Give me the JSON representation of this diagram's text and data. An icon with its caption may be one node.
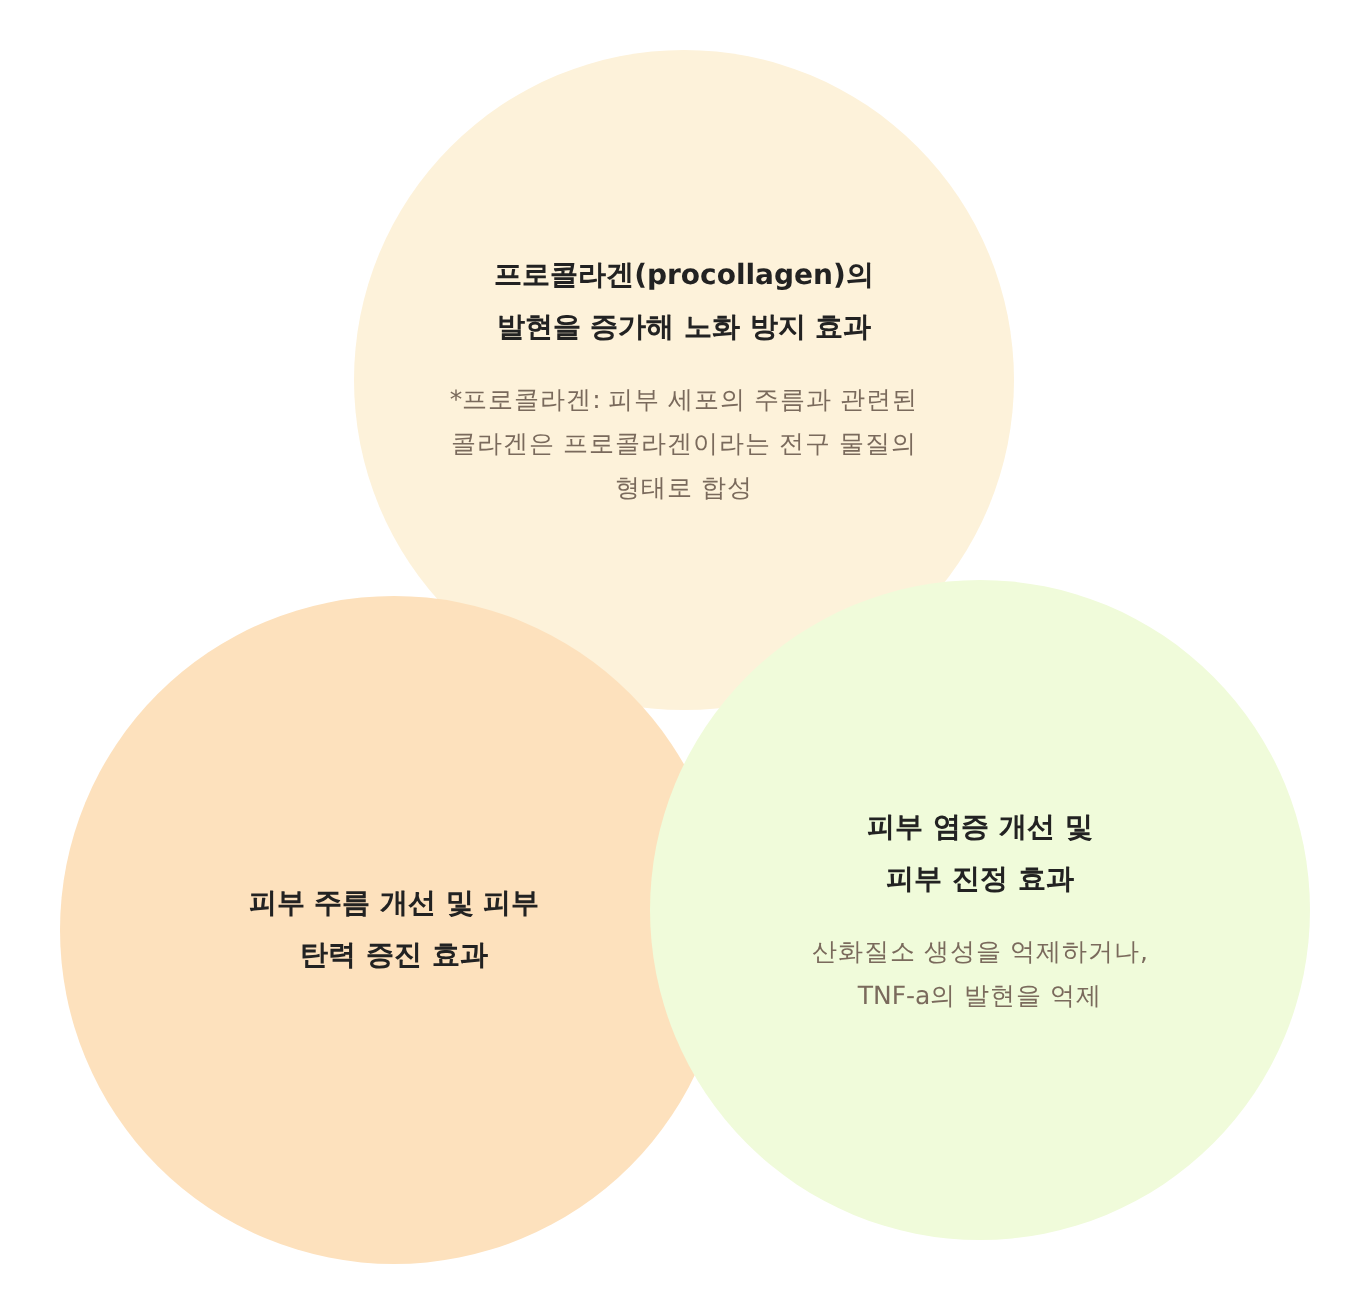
{
  "diagram": {
    "nodes": [
      {
        "text": [
          "프로콜라겐(procollagen)의 발현을 증가해 노화 방지 효과",
          "*프로콜라겐: 피부 세포의 주름과 관련된 콜라겐은 프로콜라겐이라는 전구 물질의 형태로 합성"
        ]
      },
      {
        "text": [
          "피부 주름 개선 및 피부 탄력 증진 효과"
        ]
      },
      {
        "text": [
          "피부 염증 개선 및 피부 진정 효과",
          "산화질소 생성을 억제하거나, TNF-a의 발현을 억제"
        ]
      }
    ]
  }
}
